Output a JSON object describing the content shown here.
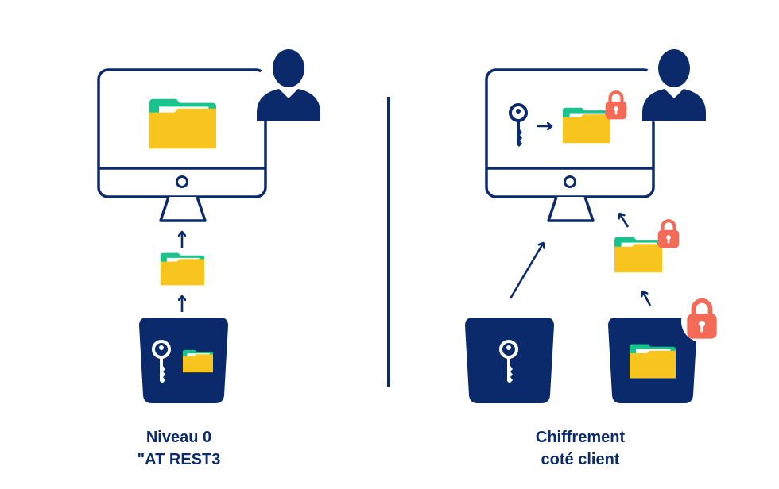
{
  "colors": {
    "navy": "#0b2a6b",
    "folder": "#f7c51e",
    "folder_tab": "#18c38c",
    "lock": "#f36b57",
    "white": "#ffffff"
  },
  "icons": [
    "monitor-icon",
    "user-icon",
    "folder-icon",
    "key-icon",
    "lock-icon",
    "arrow-icon"
  ],
  "left": {
    "caption_line1": "Niveau 0",
    "caption_line2": "\"AT REST3"
  },
  "right": {
    "caption_line1": "Chiffrement",
    "caption_line2": "coté client"
  }
}
